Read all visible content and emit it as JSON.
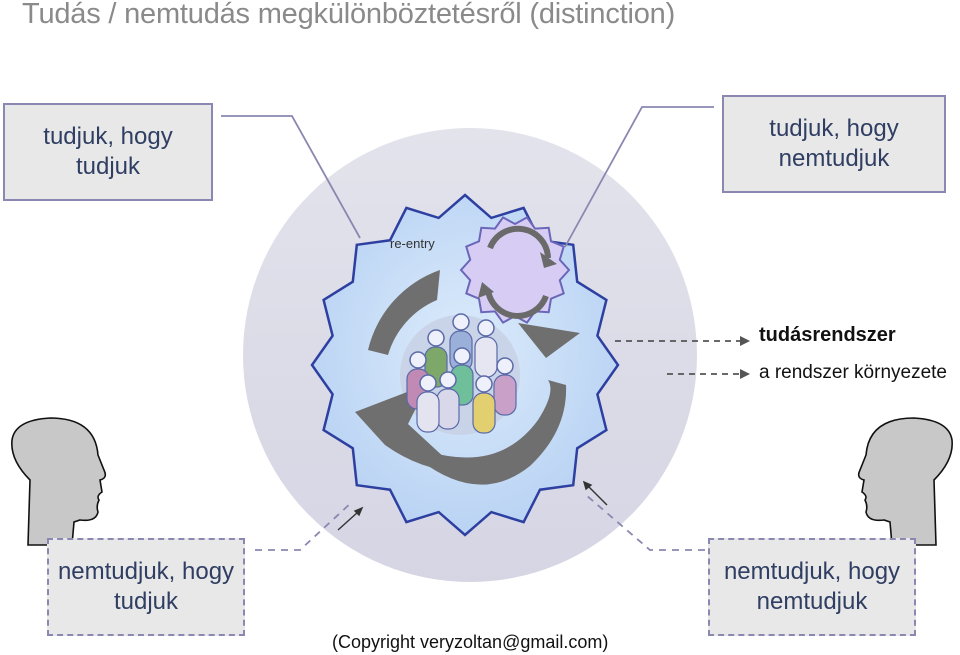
{
  "title": "Tudás / nemtudás megkülönböztetésről (distinction)",
  "quadrants": {
    "top_left": [
      "tudjuk, hogy",
      "tudjuk"
    ],
    "top_right": [
      "tudjuk, hogy",
      "nemtudjuk"
    ],
    "bottom_left": [
      "nemtudjuk, hogy",
      "tudjuk"
    ],
    "bottom_right": [
      "nemtudjuk, hogy",
      "nemtudjuk"
    ]
  },
  "center": {
    "reentry_label": "re-entry"
  },
  "legend": {
    "system": "tudásrendszer",
    "environment": "a rendszer környezete"
  },
  "footer": {
    "copyright": "(Copyright veryzoltan@gmail.com)"
  },
  "colors": {
    "outer_circle": "#dcdce8",
    "system_blob": "#c6dcf6",
    "system_outline": "#2d3fa0",
    "reentry_seal": "#d6ccf4",
    "arrows": "#707070",
    "box_fill": "#e8e8e8",
    "box_border": "#8a88b0",
    "head": "#c8c8c8"
  },
  "icons": [
    "people-group-icon",
    "cycle-arrows-icon",
    "head-silhouette-icon",
    "pointer-arrow-icon"
  ]
}
